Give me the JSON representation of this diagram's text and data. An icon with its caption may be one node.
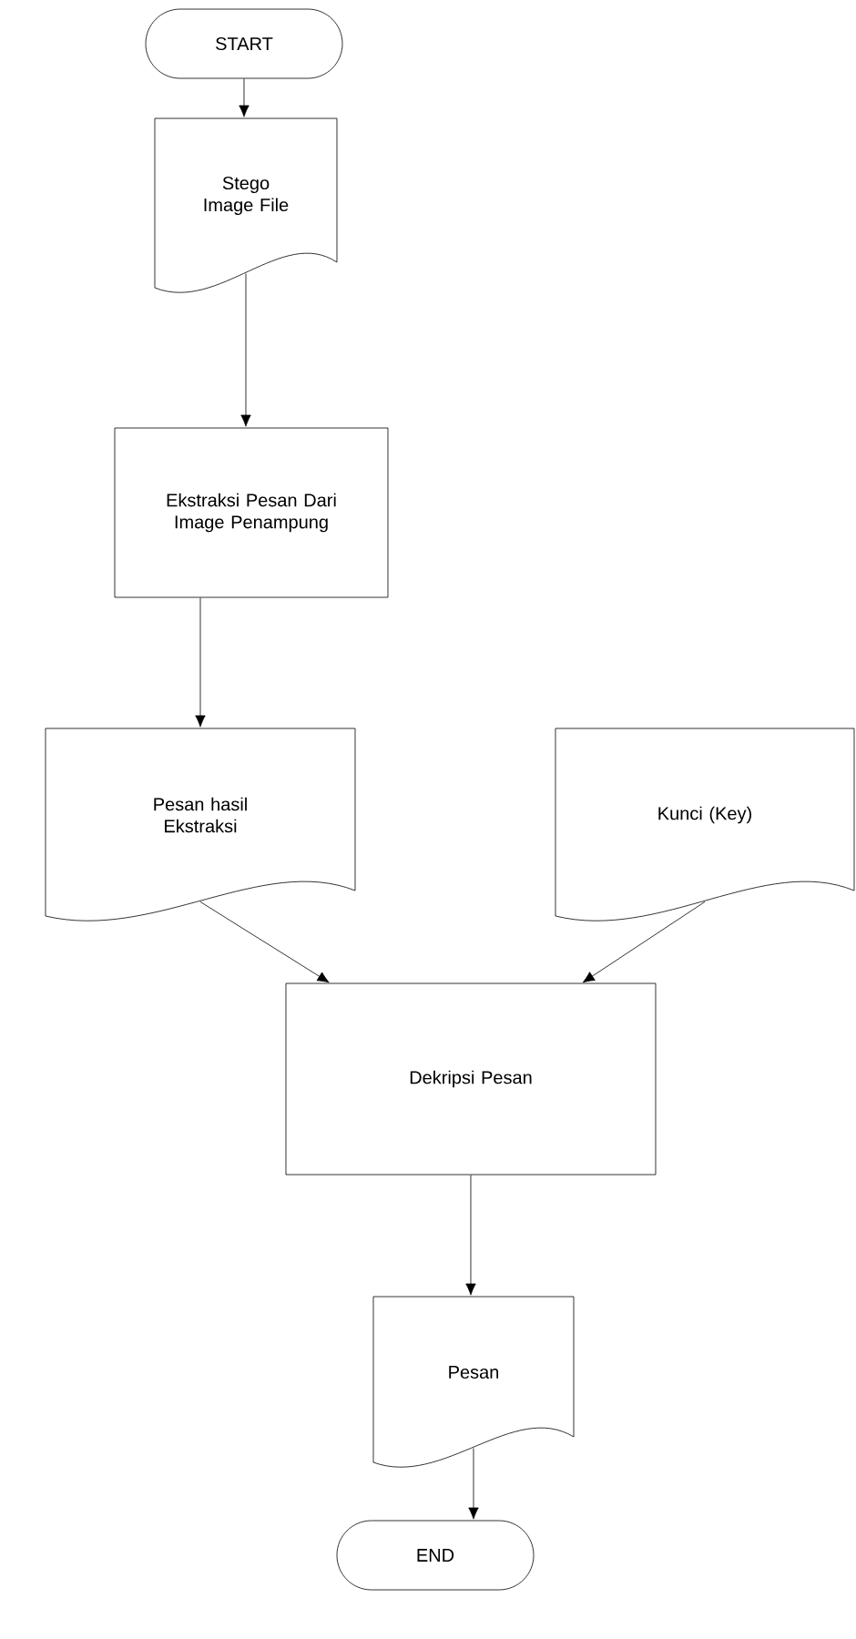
{
  "diagram": {
    "nodes": [
      {
        "text": [
          "START"
        ]
      },
      {
        "text": [
          "Stego Image File"
        ]
      },
      {
        "text": [
          "Ekstraksi Pesan Dari Image Penampung"
        ]
      },
      {
        "text": [
          "Pesan hasil Ekstraksi"
        ]
      },
      {
        "text": [
          "Kunci (Key)"
        ]
      },
      {
        "text": [
          "Dekripsi Pesan"
        ]
      },
      {
        "text": [
          "Pesan"
        ]
      },
      {
        "text": [
          "END"
        ]
      }
    ],
    "edges": [
      {
        "from": 0,
        "to": 1,
        "arrow": "to"
      },
      {
        "from": 1,
        "to": 2,
        "arrow": "to"
      },
      {
        "from": 2,
        "to": 3,
        "arrow": "to"
      },
      {
        "from": 3,
        "to": 5,
        "arrow": "to"
      },
      {
        "from": 4,
        "to": 5,
        "arrow": "to"
      },
      {
        "from": 5,
        "to": 6,
        "arrow": "to"
      },
      {
        "from": 6,
        "to": 7,
        "arrow": "to"
      }
    ]
  }
}
